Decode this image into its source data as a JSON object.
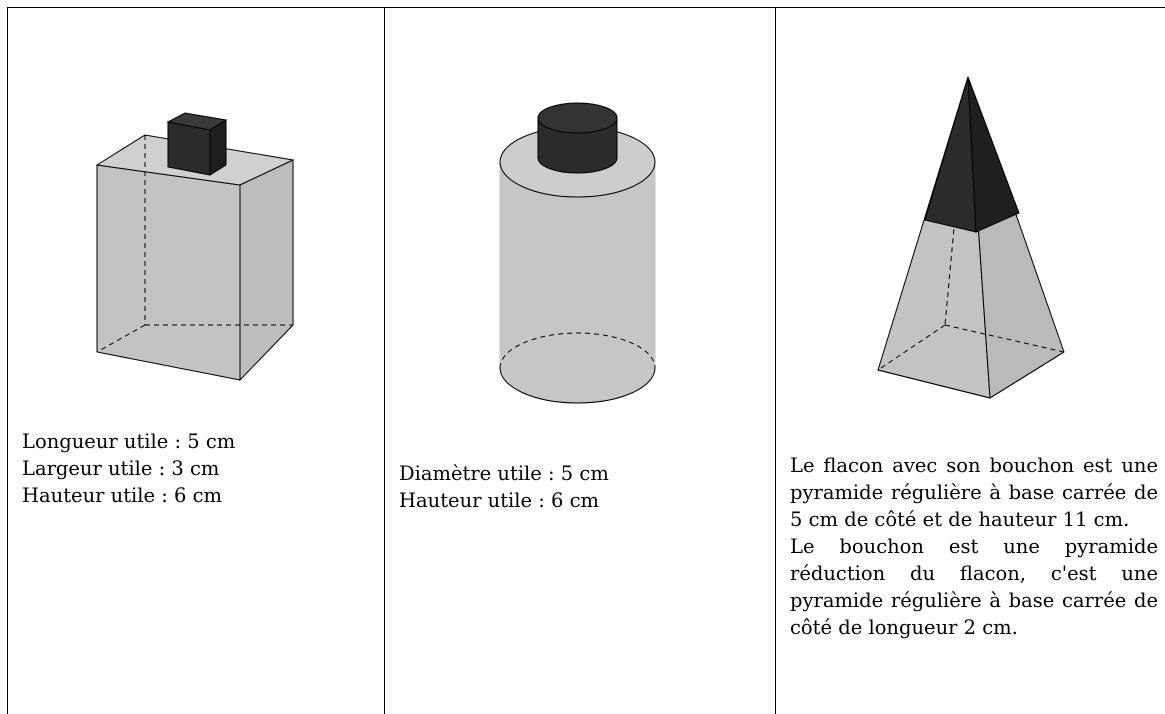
{
  "flacons": [
    {
      "shape": "parallélépipède rectangle",
      "lines": [
        "Longueur utile : 5 cm",
        "Largeur utile : 3 cm",
        "Hauteur utile : 6 cm"
      ]
    },
    {
      "shape": "cylindre",
      "lines": [
        "Diamètre utile : 5 cm",
        "Hauteur utile : 6 cm"
      ]
    },
    {
      "shape": "pyramide",
      "paragraphs": [
        "Le flacon avec son bouchon est une pyramide régulière à base carrée de 5 cm de côté et de hauteur 11 cm.",
        "Le bouchon est une pyramide réduction du flacon, c'est une pyramide régulière à base carrée de côté de longueur 2 cm."
      ]
    }
  ],
  "colors": {
    "body_fill": "#c8c8c8",
    "cap_fill": "#2b2b2b",
    "border": "#000000"
  }
}
